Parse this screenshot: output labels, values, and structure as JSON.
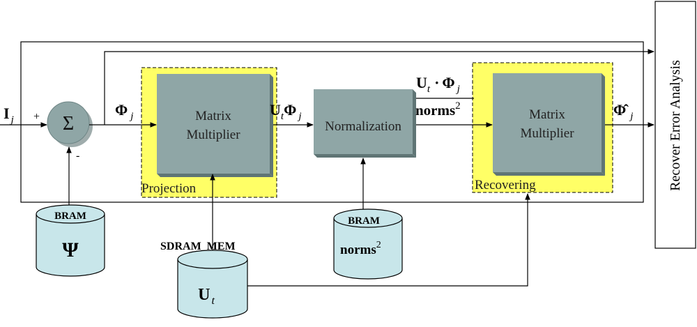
{
  "input": {
    "label": "I",
    "sub": "j"
  },
  "adder": {
    "symbol": "Σ",
    "plus": "+",
    "minus": "-"
  },
  "signals": {
    "phi": {
      "label": "Φ",
      "sub": "j"
    },
    "ut_phi": {
      "main": "U",
      "sub1": "t",
      "mid": "Φ",
      "sub2": "j"
    },
    "ut_dot_phi": {
      "main": "U",
      "sub1": "t",
      "dot": "·",
      "mid": "Φ",
      "sub2": "j"
    },
    "norms2": {
      "label": "norms",
      "sup": "2"
    },
    "phi_hat": {
      "label": "Φ̂",
      "sub": "j"
    }
  },
  "blocks": {
    "projection": {
      "line1": "Matrix",
      "line2": "Multiplier",
      "region_label": "Projection"
    },
    "normalization": {
      "label": "Normalization"
    },
    "recovering": {
      "line1": "Matrix",
      "line2": "Multiplier",
      "region_label": "Recovering"
    }
  },
  "memories": {
    "bram_psi": {
      "title": "BRAM",
      "content": "Ψ"
    },
    "sdram": {
      "title": "SDRAM_MEM",
      "main": "U",
      "sub": "t"
    },
    "bram_norms": {
      "title": "BRAM",
      "content": "norms",
      "sup": "2"
    }
  },
  "recover_box": {
    "label": "Recover Error Analysis"
  },
  "colors": {
    "block_fill": "#8fa6a6",
    "block_shadow": "#5f7575",
    "highlight": "#ffff66",
    "cylinder_fill": "#c8e6ea",
    "stroke": "#000000"
  }
}
